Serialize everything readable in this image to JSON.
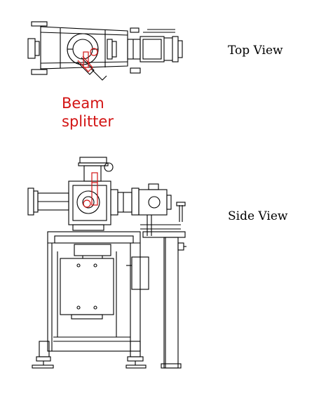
{
  "labels": {
    "top_view": "Top View",
    "side_view": "Side View",
    "callout_line1": "Beam",
    "callout_line2": "splitter"
  },
  "colors": {
    "line": "#000000",
    "highlight": "#d31414",
    "background": "#ffffff"
  }
}
